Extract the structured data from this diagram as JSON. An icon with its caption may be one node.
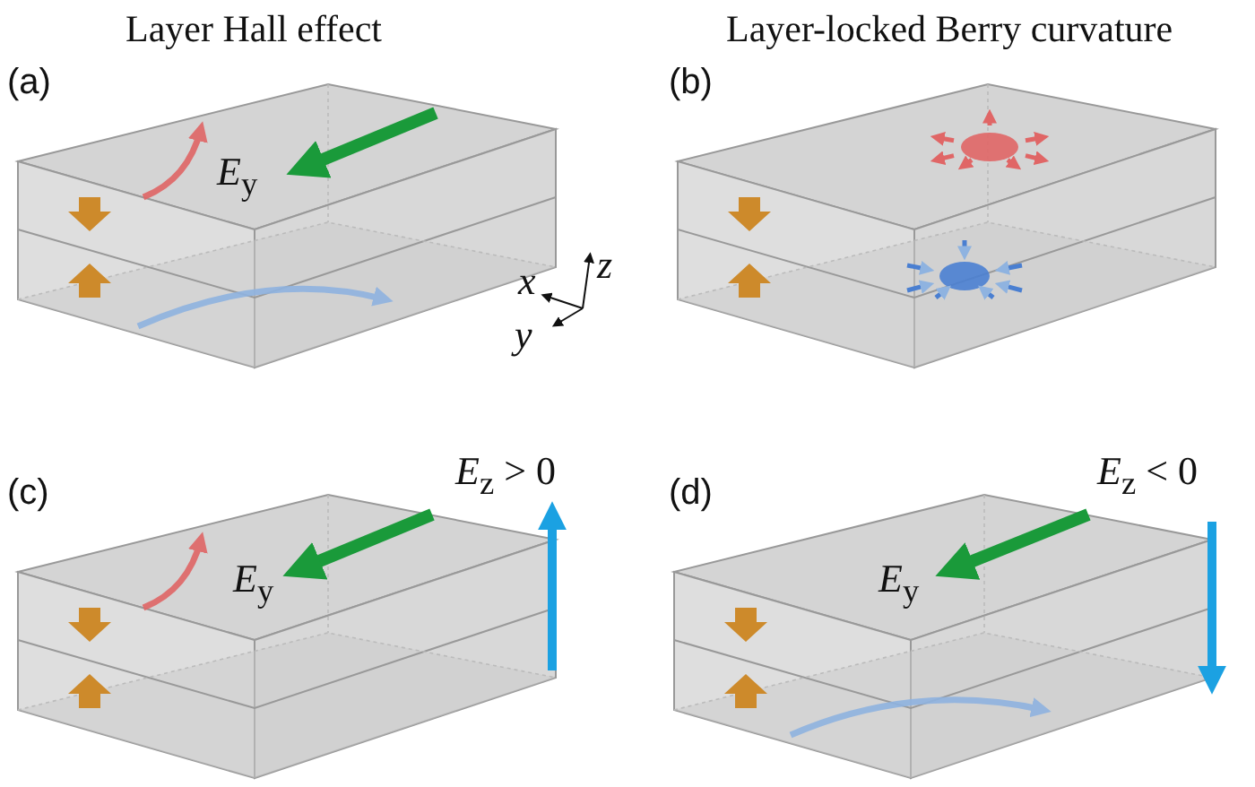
{
  "diagram": {
    "labels": [
      "Layer Hall effect",
      "Layer-locked Berry curvature",
      "(a)",
      "*E*$_{y}$",
      "*x*",
      "*z*",
      "*y*",
      "(b)",
      "(c)",
      "*E*$_{z}$ > 0",
      "*E*$_{y}$",
      "(d)",
      "*E*$_{z}$ < 0",
      "*E*$_{y}$"
    ]
  }
}
